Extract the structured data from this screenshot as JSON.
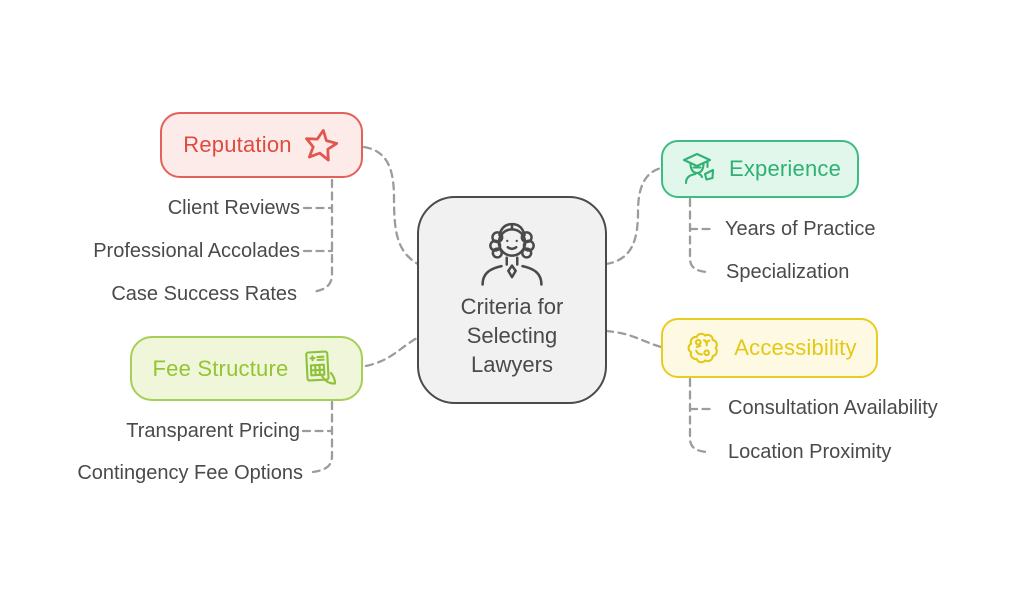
{
  "diagram": {
    "type": "mindmap",
    "background": "#ffffff",
    "connector_color": "#9c9c9c",
    "connector_style": "dashed"
  },
  "center": {
    "title": "Criteria for Selecting Lawyers",
    "icon": "lawyer-wig-icon",
    "fill": "#f1f1f1",
    "border": "#4a4a4a"
  },
  "branches": [
    {
      "label": "Reputation",
      "icon": "star-icon",
      "text_color": "#df4a41",
      "border_color": "#e2625a",
      "fill_color": "#fcebe9",
      "children": [
        "Client Reviews",
        "Professional Accolades",
        "Case Success Rates"
      ]
    },
    {
      "label": "Fee Structure",
      "icon": "receipt-hand-icon",
      "text_color": "#95c431",
      "border_color": "#a6cf55",
      "fill_color": "#eff6d9",
      "children": [
        "Transparent Pricing",
        "Contingency Fee Options"
      ]
    },
    {
      "label": "Experience",
      "icon": "graduate-icon",
      "text_color": "#2eb173",
      "border_color": "#3fbc81",
      "fill_color": "#e2f7eb",
      "children": [
        "Years of Practice",
        "Specialization"
      ]
    },
    {
      "label": "Accessibility",
      "icon": "flower-figures-icon",
      "text_color": "#e4c914",
      "border_color": "#e7cd22",
      "fill_color": "#fdf9e2",
      "children": [
        "Consultation Availability",
        "Location Proximity"
      ]
    }
  ]
}
